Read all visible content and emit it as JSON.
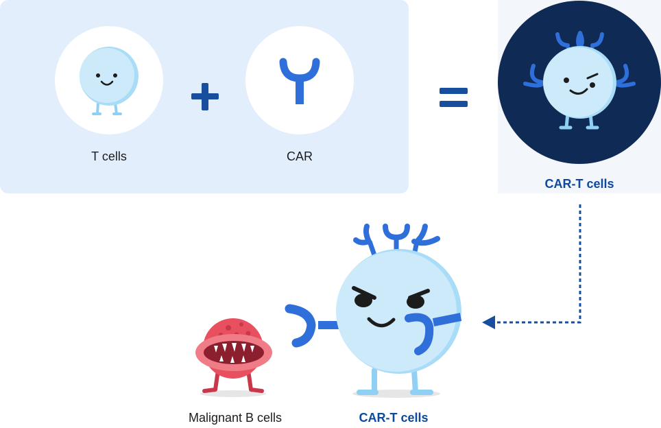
{
  "equation": {
    "t_cells_label": "T cells",
    "car_label": "CAR",
    "result_label": "CAR-T cells"
  },
  "scene": {
    "malignant_label": "Malignant B cells",
    "cart_label": "CAR-T cells"
  },
  "colors": {
    "panel_bg": "#e3eefc",
    "cell_fill": "#cdeafb",
    "receptor_blue": "#2f6fd9",
    "navy": "#102a56",
    "label_blue": "#0d4a9e",
    "tumor_red": "#e9505f"
  }
}
